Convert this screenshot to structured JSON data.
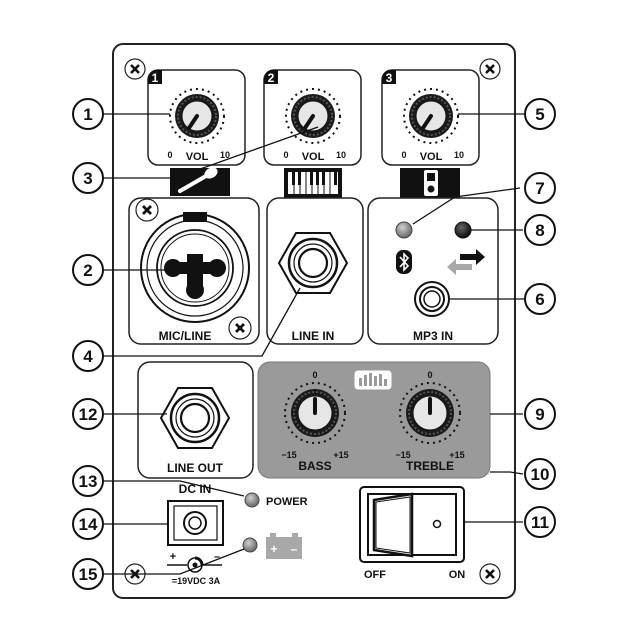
{
  "channels": [
    {
      "num": "1",
      "vol_label": "VOL",
      "min": "0",
      "max": "10"
    },
    {
      "num": "2",
      "vol_label": "VOL",
      "min": "0",
      "max": "10"
    },
    {
      "num": "3",
      "vol_label": "VOL",
      "min": "0",
      "max": "10"
    }
  ],
  "labels": {
    "mic_line": "MIC/LINE",
    "line_in": "LINE IN",
    "mp3_in": "MP3 IN",
    "line_out": "LINE OUT",
    "bass": "BASS",
    "treble": "TREBLE",
    "eq_zero": "0",
    "eq_min": "−15",
    "eq_max": "+15",
    "power": "POWER",
    "dc_in": "DC IN",
    "dc_spec": "=19VDC 3A",
    "dc_plus": "+",
    "dc_minus": "–",
    "battery_plus": "+",
    "battery_minus": "–",
    "off": "OFF",
    "on": "ON"
  },
  "callouts": [
    "1",
    "2",
    "3",
    "4",
    "5",
    "6",
    "7",
    "8",
    "9",
    "10",
    "11",
    "12",
    "13",
    "14",
    "15"
  ],
  "colors": {
    "panel_border": "#222222",
    "eq_panel": "#9a9a9a",
    "knob_cap": "#e6e6e6",
    "led_grey": "#8c8c8c",
    "led_dark": "#262626",
    "battery_icon": "#a8a8a8"
  }
}
